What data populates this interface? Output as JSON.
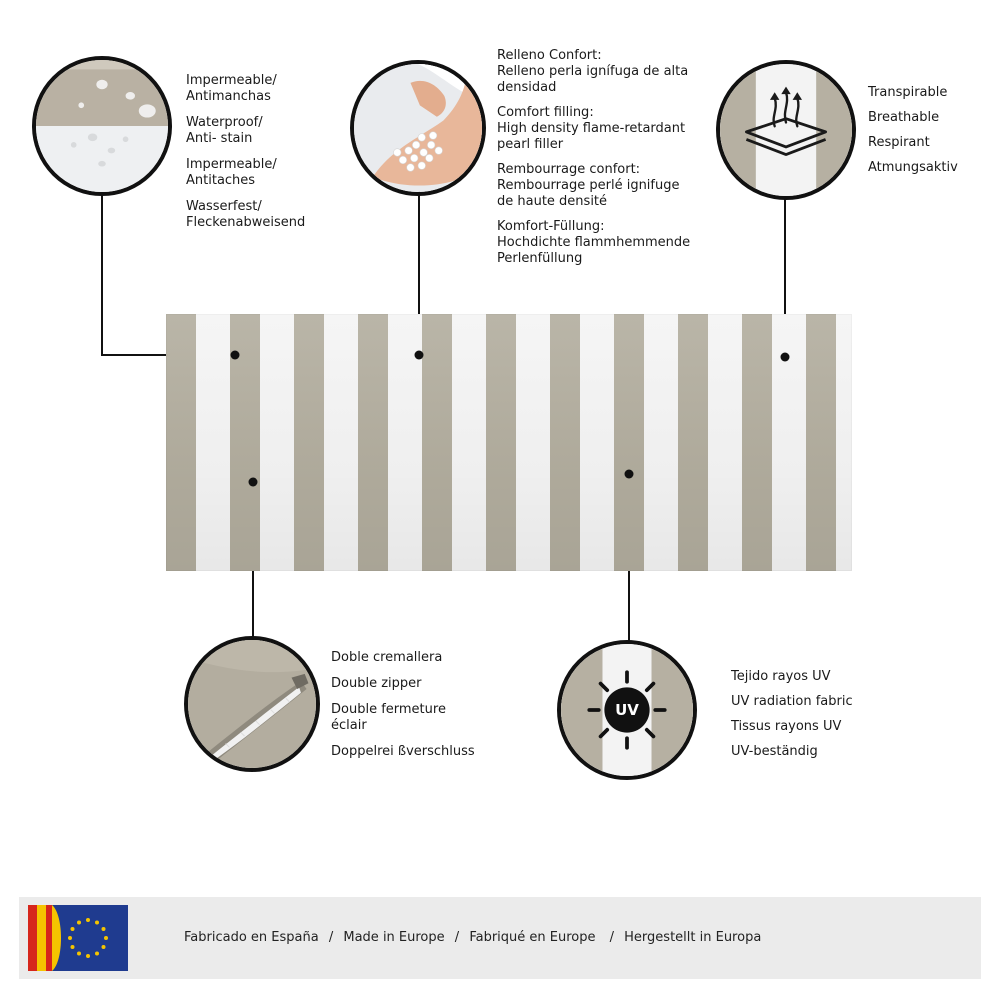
{
  "waterproof": {
    "lines": [
      "Impermeable/",
      "Antimanchas",
      "Waterproof/",
      "Anti- stain",
      "Impermeable/",
      "Antitaches",
      "Wasserfest/",
      "Fleckenabweisend"
    ]
  },
  "filling": {
    "lines": [
      "Relleno Confort:",
      "Relleno perla ignífuga de alta",
      "densidad",
      "Comfort filling:",
      "High density flame-retardant",
      "pearl filler",
      "Rembourrage confort:",
      "Rembourrage perlé ignifuge",
      "de haute densité",
      "Komfort-Füllung:",
      "Hochdichte flammhemmende",
      "Perlenfüllung"
    ]
  },
  "breathable": {
    "lines": [
      "Transpirable",
      "Breathable",
      "Respirant",
      "Atmungsaktiv"
    ]
  },
  "zipper": {
    "lines": [
      "Doble cremallera",
      "Double zipper",
      "Double fermeture",
      "éclair",
      "Doppelrei ßverschluss"
    ]
  },
  "uv": {
    "badge": "UV",
    "lines": [
      "Tejido rayos UV",
      "UV radiation fabric",
      "Tissus rayons UV",
      "UV-beständig"
    ]
  },
  "footer": {
    "items": [
      "Fabricado en España",
      "/",
      "Made in Europe",
      "/",
      "Fabriqué en Europe",
      "/",
      "Hergestellt in Europa"
    ]
  }
}
